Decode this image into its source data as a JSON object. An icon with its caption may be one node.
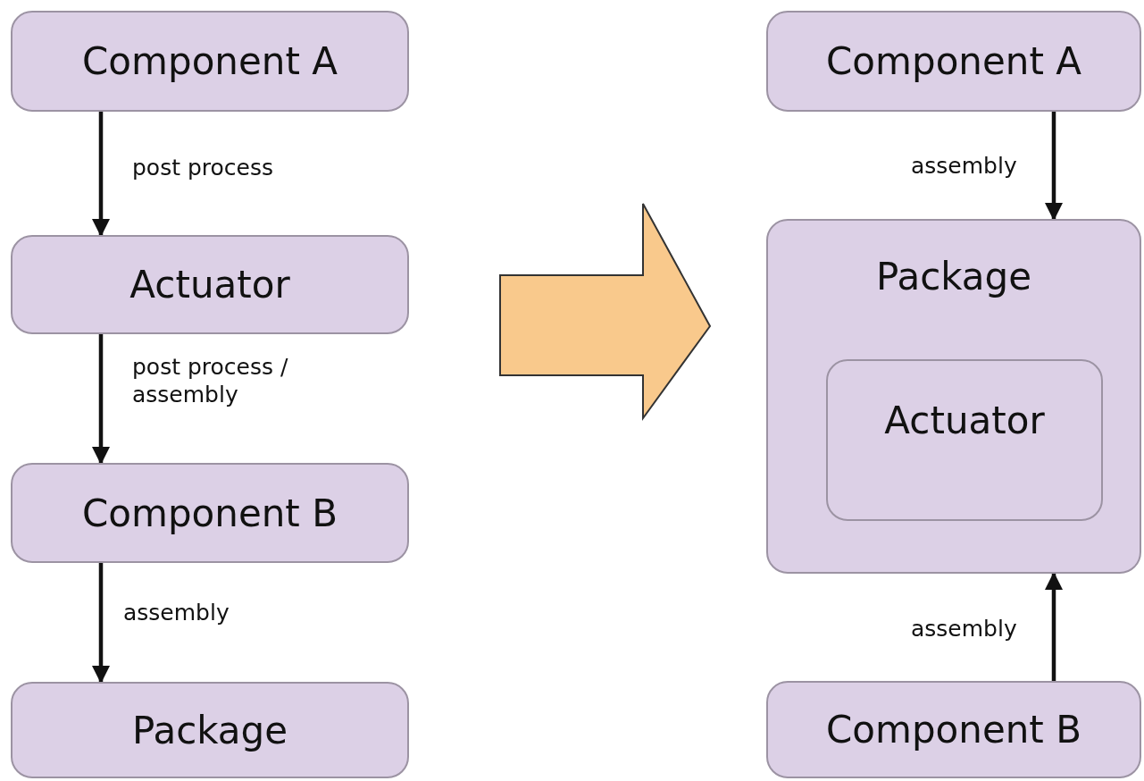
{
  "diagram": {
    "nodes": [
      {
        "text": [
          "Component A"
        ]
      },
      {
        "text": [
          "Actuator"
        ]
      },
      {
        "text": [
          "Component B"
        ]
      },
      {
        "text": [
          "Package"
        ]
      },
      {
        "text": [
          "Component A"
        ]
      },
      {
        "text": [
          "Package"
        ]
      },
      {
        "text": [
          "Actuator"
        ],
        "in": 5
      },
      {
        "text": [
          "Component B"
        ]
      }
    ],
    "edges": [
      {
        "from": 0,
        "to": 1,
        "arrow": "to",
        "label": "post process"
      },
      {
        "from": 1,
        "to": 2,
        "arrow": "to",
        "label": "post process / assembly"
      },
      {
        "from": 2,
        "to": 3,
        "arrow": "to",
        "label": "assembly"
      },
      {
        "from": 4,
        "to": 5,
        "arrow": "to",
        "label": "assembly"
      },
      {
        "from": 7,
        "to": 5,
        "arrow": "to",
        "label": "assembly"
      }
    ]
  }
}
